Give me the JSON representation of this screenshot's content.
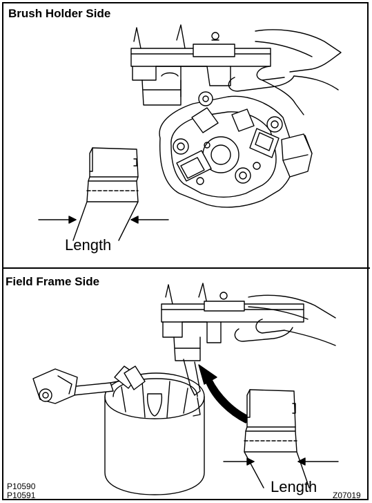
{
  "sections": [
    {
      "heading": "Brush Holder Side",
      "dimension_label": "Length"
    },
    {
      "heading": "Field Frame Side",
      "dimension_label": "Length"
    }
  ],
  "figure_codes": [
    "P10590",
    "P10591"
  ],
  "illustration_code": "Z07019"
}
